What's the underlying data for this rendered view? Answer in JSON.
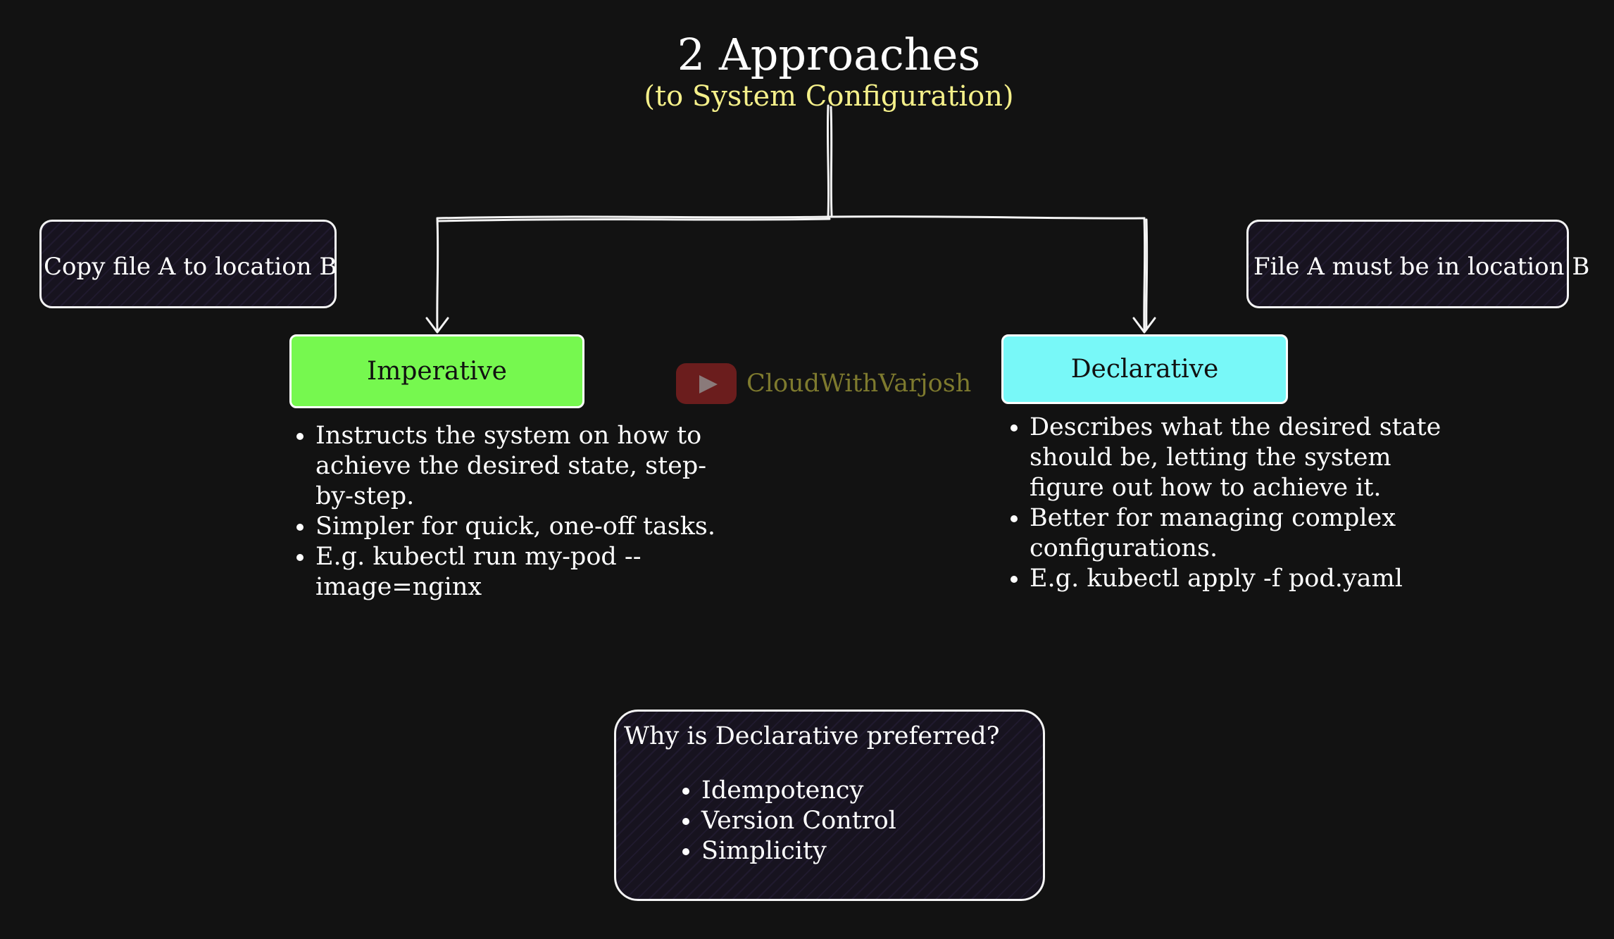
{
  "title": "2 Approaches",
  "subtitle": "(to System Configuration)",
  "notes": {
    "imperative_example": "Copy file A to location B",
    "declarative_example": "File A must be in location B"
  },
  "imperative": {
    "label": "Imperative",
    "color": "#76f84f",
    "points": [
      "Instructs the system on how to achieve the desired state, step-by-step.",
      "Simpler for quick, one-off tasks.",
      "E.g. kubectl run my-pod --image=nginx"
    ]
  },
  "declarative": {
    "label": "Declarative",
    "color": "#78f8f8",
    "points": [
      "Describes what the desired state should be, letting the system figure out how to achieve it.",
      "Better for managing complex configurations.",
      "E.g. kubectl apply -f pod.yaml"
    ]
  },
  "brand": {
    "name": "CloudWithVarjosh",
    "icon": "youtube-icon"
  },
  "why": {
    "title": "Why is Declarative preferred?",
    "reasons": [
      "Idempotency",
      "Version Control",
      "Simplicity"
    ]
  }
}
